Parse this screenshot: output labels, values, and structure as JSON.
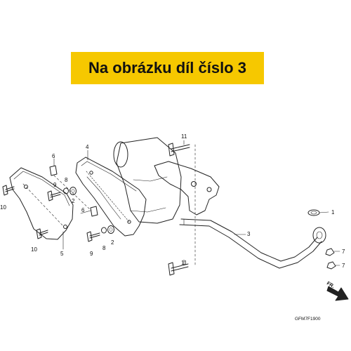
{
  "banner": {
    "text": "Na obrázku díl číslo 3"
  },
  "callouts": {
    "c1": "1",
    "c2a": "2",
    "c2b": "2",
    "c3": "3",
    "c4": "4",
    "c5": "5",
    "c6a": "6",
    "c6b": "6",
    "c7a": "7",
    "c7b": "7",
    "c8a": "8",
    "c8b": "8",
    "c9a": "9",
    "c9b": "9",
    "c10a": "10",
    "c10b": "10",
    "c11a": "11",
    "c11b": "11"
  },
  "diagram_code": "GFM7F1900",
  "direction_label": "FR."
}
